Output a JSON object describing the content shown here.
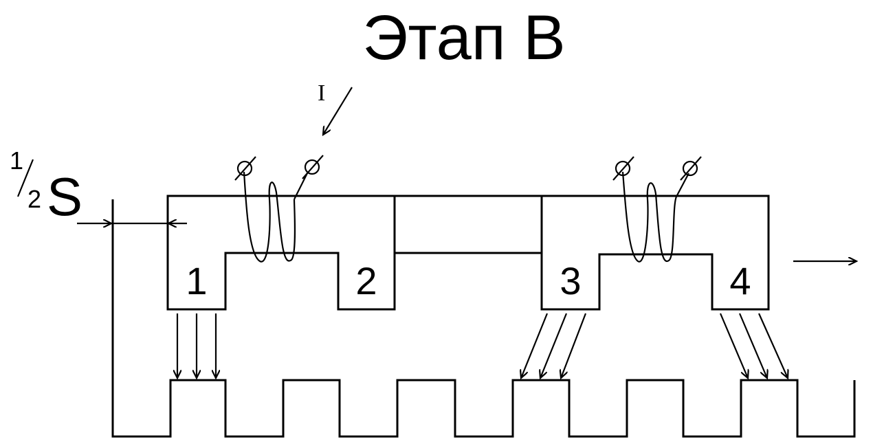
{
  "title": "Этап В",
  "current_label": "I",
  "half_step_label": {
    "fraction_numerator": "1",
    "fraction_denominator": "2",
    "symbol": "S"
  },
  "pole_labels": [
    "1",
    "2",
    "3",
    "4"
  ],
  "motion_direction": "right"
}
